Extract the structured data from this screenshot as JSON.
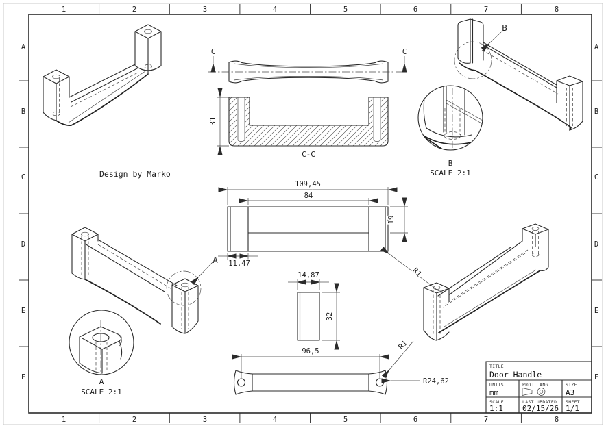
{
  "colors": {
    "line": "#2b2b2b",
    "sheet_edge": "#c9c9c9",
    "background": "#ffffff"
  },
  "zones": {
    "columns": [
      "1",
      "2",
      "3",
      "4",
      "5",
      "6",
      "7",
      "8"
    ],
    "rows": [
      "A",
      "B",
      "C",
      "D",
      "E",
      "F"
    ]
  },
  "credit": "Design by Marko",
  "views": {
    "section": {
      "mark_left": "C",
      "mark_right": "C",
      "label": "C-C",
      "wall_height": "31"
    },
    "front": {
      "overall_length": "109,45",
      "grip_length": "84",
      "end_height": "19",
      "end_width": "11,47",
      "fillet": "R1"
    },
    "side": {
      "width": "14,87",
      "height": "32"
    },
    "bottom": {
      "hole_spacing": "96,5",
      "fillet": "R1",
      "end_radius": "R24,62"
    },
    "detail_a": {
      "callout": "A",
      "label": "A",
      "scale": "SCALE 2:1"
    },
    "detail_b": {
      "callout": "B",
      "label": "B",
      "scale": "SCALE 2:1"
    }
  },
  "title_block": {
    "title_label": "TITLE",
    "title": "Door Handle",
    "units_label": "UNITS",
    "units": "mm",
    "proj_label": "PROJ. ANG.",
    "size_label": "SIZE",
    "size": "A3",
    "scale_label": "SCALE",
    "scale": "1:1",
    "updated_label": "LAST UPDATED",
    "updated": "02/15/26",
    "sheet_label": "SHEET",
    "sheet": "1/1"
  }
}
